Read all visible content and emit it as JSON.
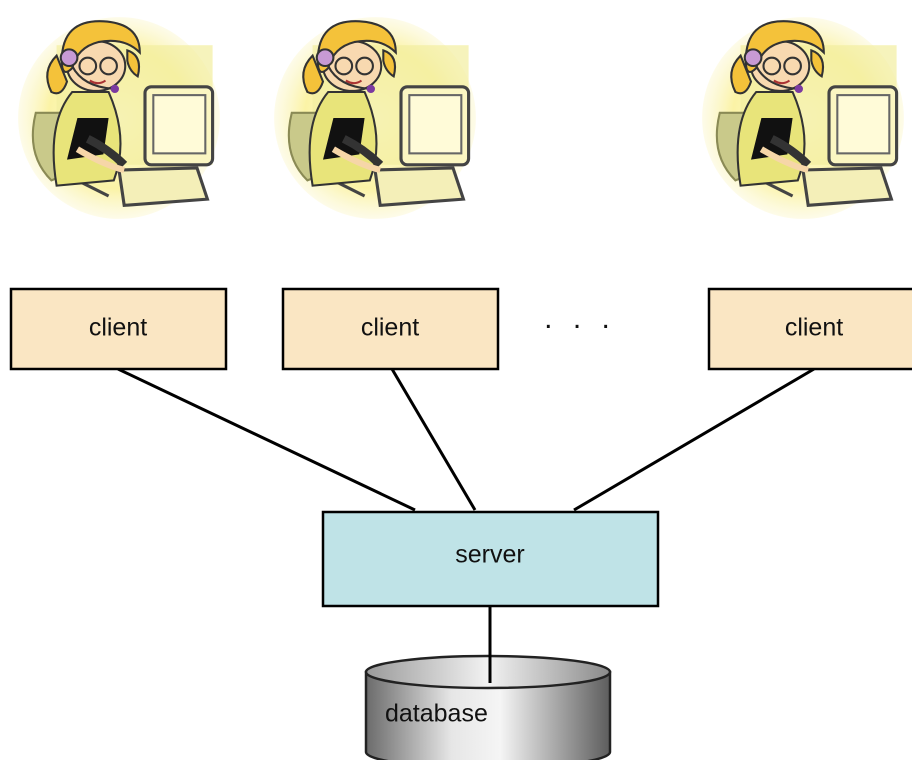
{
  "colors": {
    "client_fill": "#fae6c3",
    "server_fill": "#bfe3e7",
    "user_halo": "#fbf6b4"
  },
  "users": [
    {
      "icon": "call-center-operator-icon"
    },
    {
      "icon": "call-center-operator-icon"
    },
    {
      "icon": "call-center-operator-icon"
    }
  ],
  "clients": [
    {
      "label": "client"
    },
    {
      "label": "client"
    },
    {
      "label": "client"
    }
  ],
  "ellipsis": ". . .",
  "server": {
    "label": "server"
  },
  "database": {
    "label": "database",
    "icon": "database-cylinder-icon"
  }
}
